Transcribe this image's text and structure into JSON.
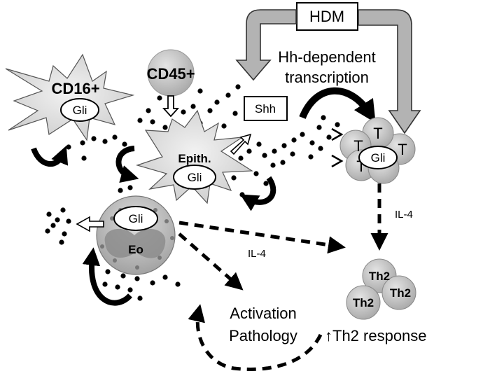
{
  "hdm": "HDM",
  "hh_dependent_line1": "Hh-dependent",
  "hh_dependent_line2": "transcription",
  "cd45": "CD45+",
  "cd16": "CD16+",
  "shh": "Shh",
  "epith": "Epith.",
  "gli": "Gli",
  "eo": "Eo",
  "t_label": "T",
  "il4_right": "IL-4",
  "il4_center": "IL-4",
  "th2": "Th2",
  "activation": "Activation",
  "pathology": "Pathology",
  "th2_response": "↑Th2 response"
}
